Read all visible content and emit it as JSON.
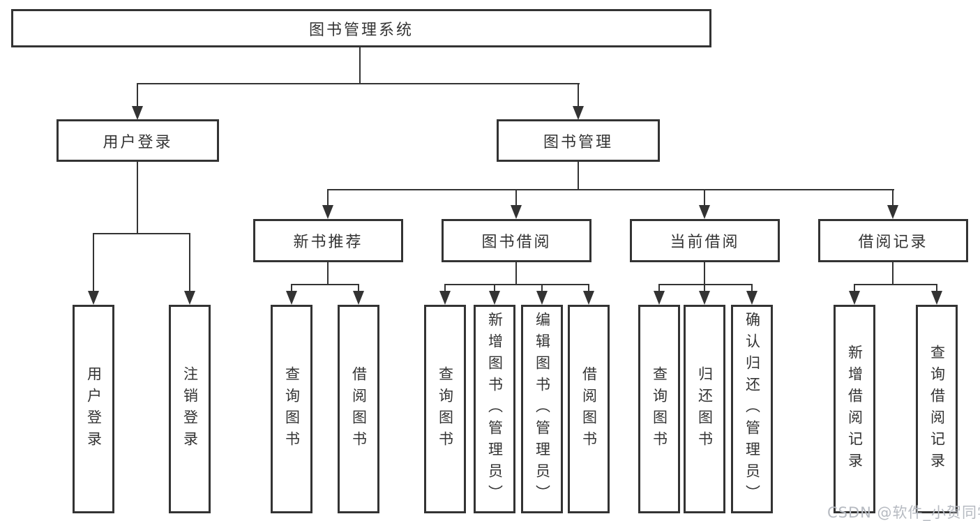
{
  "colors": {
    "line": "#333333",
    "watermark": "#b6bac1",
    "background": "#ffffff"
  },
  "watermark": {
    "text": "CSDN @软件_小贺同学"
  },
  "diagram": {
    "root": {
      "label": "图书管理系统"
    },
    "level2": {
      "user_login": {
        "label": "用户登录"
      },
      "book_management": {
        "label": "图书管理"
      }
    },
    "level3": {
      "new_book": {
        "label": "新书推荐"
      },
      "book_borrow": {
        "label": "图书借阅"
      },
      "current_borrow": {
        "label": "当前借阅"
      },
      "borrow_records": {
        "label": "借阅记录"
      }
    },
    "leaves": {
      "user_login": [
        "用户登录",
        "注销登录"
      ],
      "new_book": [
        "查询图书",
        "借阅图书"
      ],
      "book_borrow": [
        "查询图书",
        "新增图书（管理员）",
        "编辑图书（管理员）",
        "借阅图书"
      ],
      "current_borrow": [
        "查询图书",
        "归还图书",
        "确认归还（管理员）"
      ],
      "borrow_records": [
        "新增借阅记录",
        "查询借阅记录"
      ]
    }
  }
}
